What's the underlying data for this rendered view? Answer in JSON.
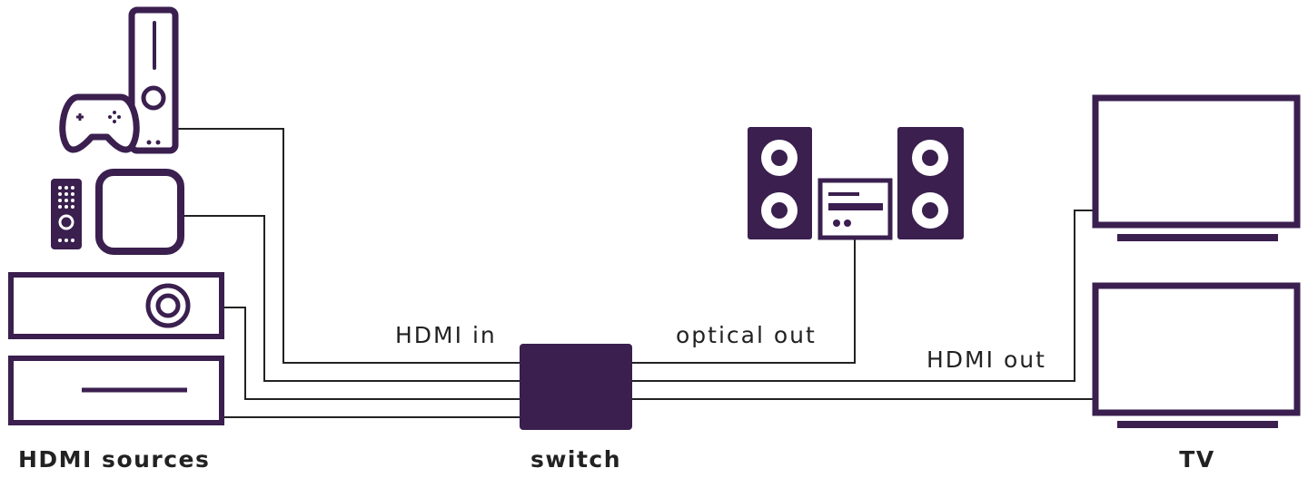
{
  "labels": {
    "hdmi_in": "HDMI in",
    "optical_out": "optical out",
    "hdmi_out": "HDMI out",
    "hdmi_sources": "HDMI sources",
    "switch": "switch",
    "tv": "TV"
  },
  "colors": {
    "primary": "#3a1f4f",
    "wire": "#222222",
    "text": "#222222",
    "background": "#ffffff"
  },
  "icons": {
    "console": "game-console-icon",
    "gamepad": "gamepad-icon",
    "remote": "remote-control-icon",
    "streaming_box": "streaming-box-icon",
    "dvd_player": "dvd-player-icon",
    "receiver": "receiver-icon",
    "speakers": "speaker-icon",
    "stereo": "stereo-amplifier-icon",
    "tv": "tv-icon",
    "switch": "switch-box-icon"
  }
}
